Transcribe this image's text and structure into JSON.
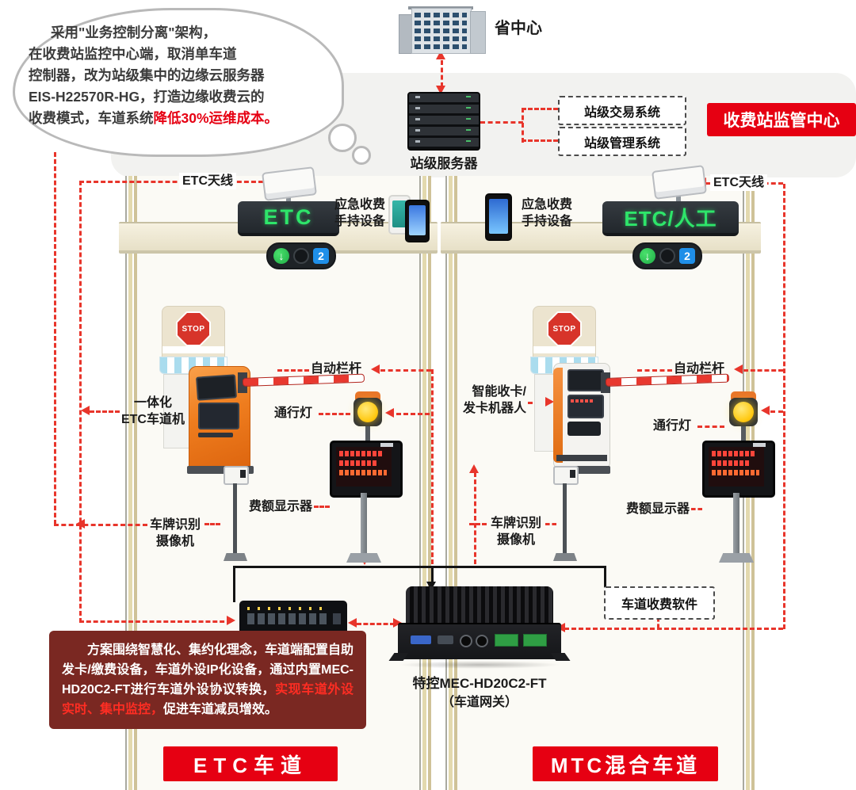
{
  "icons": {
    "down_arrow": "↓"
  },
  "callout": {
    "line1": "采用\"业务控制分离\"架构，",
    "line2": "在收费站监控中心端，取消单车道",
    "line3": "控制器，改为站级集中的边缘云服务器",
    "line4": "EIS-H22570R-HG，打造边缘收费云的",
    "line5_normal": "收费模式，车道系统",
    "line5_highlight": "降低30%运维成本。"
  },
  "top": {
    "province_center": "省中心",
    "station_server": "站级服务器",
    "transaction_system": "站级交易系统",
    "management_system": "站级管理系统",
    "supervision_center": "收费站监管中心"
  },
  "etc_lane": {
    "antenna_label": "ETC天线",
    "sign_text": "ETC",
    "handheld_label": "应急收费\n手持设备",
    "traffic_light_number": "2",
    "stop_sign": "STOP",
    "machine_label": "一体化\nETC车道机",
    "barrier_label": "自动栏杆",
    "passage_light_label": "通行灯",
    "fee_display_label": "费额显示器",
    "camera_label": "车牌识别\n摄像机",
    "lane_name": "ETC车道"
  },
  "mtc_lane": {
    "antenna_label": "ETC天线",
    "sign_text": "ETC/人工",
    "handheld_label": "应急收费\n手持设备",
    "traffic_light_number": "2",
    "stop_sign": "STOP",
    "robot_label": "智能收卡/\n发卡机器人",
    "barrier_label": "自动栏杆",
    "passage_light_label": "通行灯",
    "fee_display_label": "费额显示器",
    "camera_label": "车牌识别\n摄像机",
    "lane_name": "MTC混合车道"
  },
  "network": {
    "software_box": "车道收费软件",
    "gateway_name": "特控MEC-HD20C2-FT",
    "gateway_alias": "（车道网关）"
  },
  "solution_note": {
    "part1": "方案围绕智慧化、集约化理念，车道端配置自助发卡/缴费设备，车道外设IP化设备，通过内置MEC-HD20C2-FT进行车道外设协议转换，",
    "highlight": "实现车道外设实时、集中监控，",
    "part2": "促进车道减员增效。"
  },
  "colors": {
    "accent_red": "#e60012",
    "dash_red": "#e8352b",
    "note_maroon": "#7a2822",
    "sign_green": "#2ee56a"
  }
}
